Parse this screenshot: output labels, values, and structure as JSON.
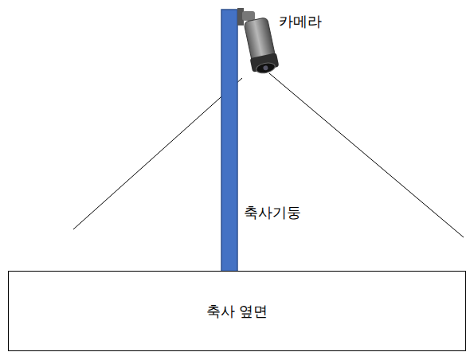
{
  "diagram": {
    "nodes": [
      {
        "text": [
          "축사 옆면"
        ]
      }
    ],
    "labels": [
      "카메라",
      "축사기둥"
    ]
  }
}
